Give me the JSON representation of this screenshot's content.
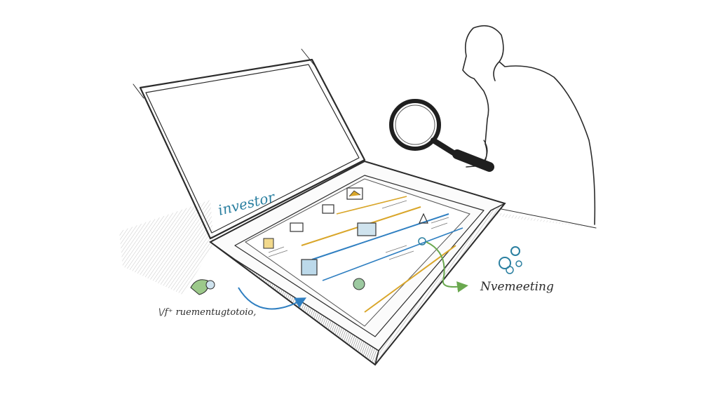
{
  "lid_label": "investor",
  "left_annotation": "\\/f⁺ ruementugtotoio,",
  "right_annotation": "Nvemeeting",
  "colors": {
    "ink": "#2b2b2b",
    "blue_arrow": "#2f7fc1",
    "green_arrow": "#6aa84f",
    "gold_line": "#d9a62a",
    "teal_icon": "#2a7fa0"
  },
  "icons": [
    "magnifying-glass-icon",
    "gears-icon",
    "leaf-icon",
    "document-icon"
  ]
}
